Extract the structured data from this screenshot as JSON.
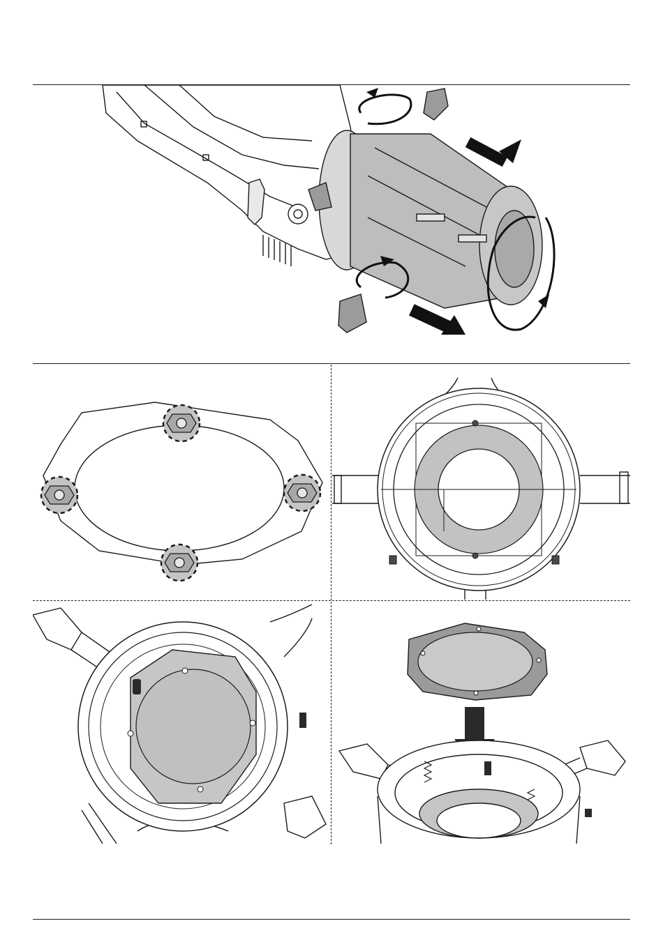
{
  "page": {
    "panels": [
      {
        "id": "top",
        "icon": "projector-lens-rotate-illustration"
      },
      {
        "id": "ring-nuts",
        "icon": "gobo-ring-nuts-illustration"
      },
      {
        "id": "holder-front",
        "icon": "gobo-holder-front-illustration"
      },
      {
        "id": "holder-installed",
        "icon": "gobo-installed-illustration"
      },
      {
        "id": "holder-insert",
        "icon": "gobo-insert-arrow-illustration"
      }
    ],
    "colors": {
      "line": "#1a1a1a",
      "fill": "#c8c8c8",
      "dark": "#4a4a4a"
    }
  }
}
